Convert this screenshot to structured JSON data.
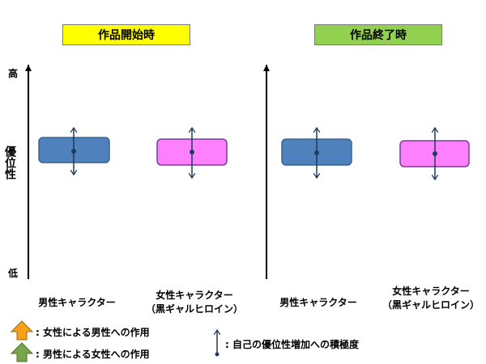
{
  "titles": {
    "start": "作品開始時",
    "end": "作品終了時",
    "start_color": "#ffff00",
    "end_color": "#92d050"
  },
  "axis": {
    "label": "優位性",
    "high": "高",
    "low": "低"
  },
  "left_panel": {
    "male_label": "男性キャラクター",
    "female_label_line1": "女性キャラクター",
    "female_label_line2": "（黒ギャルヒロイン）"
  },
  "right_panel": {
    "male_label": "男性キャラクター",
    "female_label_line1": "女性キャラクター",
    "female_label_line2": "（黒ギャルヒロイン）"
  },
  "colors": {
    "male_box": "#4f81bd",
    "female_box": "#ff80ff",
    "orange_arrow": "#f7a11a",
    "green_arrow": "#77a64a"
  },
  "legend": {
    "orange": ": 女性による男性への作用",
    "green": ": 男性による女性への作用",
    "dbl_arrow": ": 自己の優位性増加への積極度"
  },
  "icons": {
    "orange": "up-arrow-icon",
    "green": "up-arrow-icon",
    "dbl": "double-headed-arrow-icon"
  }
}
